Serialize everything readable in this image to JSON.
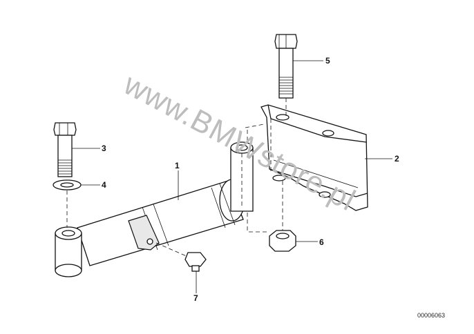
{
  "diagram": {
    "callouts": {
      "p1": "1",
      "p2": "2",
      "p3": "3",
      "p4": "4",
      "p5": "5",
      "p6": "6",
      "p7": "7"
    },
    "document_id": "00006063",
    "watermark": "www.BMWstore.pl"
  }
}
